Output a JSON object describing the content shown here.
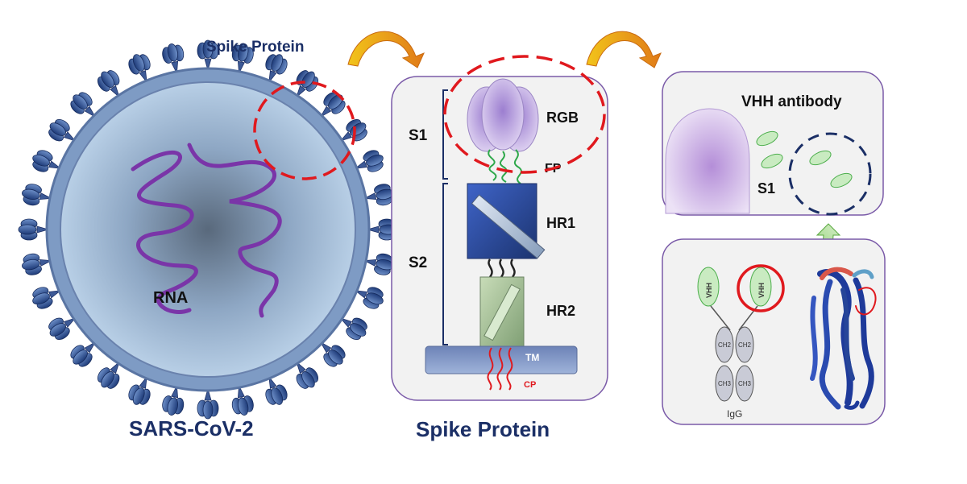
{
  "virus": {
    "title": "SARS-CoV-2",
    "callout_label": "Spike Protein",
    "rna_label": "RNA"
  },
  "spike_panel": {
    "title": "Spike Protein",
    "s1_label": "S1",
    "s2_label": "S2",
    "rgb_label": "RGB",
    "fp_label": "FP",
    "hr1_label": "HR1",
    "hr2_label": "HR2",
    "tm_label": "TM",
    "cp_label": "CP"
  },
  "vhh_panel": {
    "title": "VHH antibody",
    "s1_label": "S1"
  },
  "igg_panel": {
    "vhh_left": "VHH",
    "vhh_right": "VHH",
    "ch2_left": "CH2",
    "ch2_right": "CH2",
    "ch3_left": "CH3",
    "ch3_right": "CH3",
    "igg_label": "IgG"
  },
  "colors": {
    "title_navy": "#1b2f66",
    "spike_blue": "#2a4b8c",
    "rna_purple": "#7a35a8",
    "callout_red": "#e0191e",
    "arrow_orange": "#e8a21a",
    "vhh_green": "#3cae4c",
    "panel_border": "#7a5aa8"
  }
}
